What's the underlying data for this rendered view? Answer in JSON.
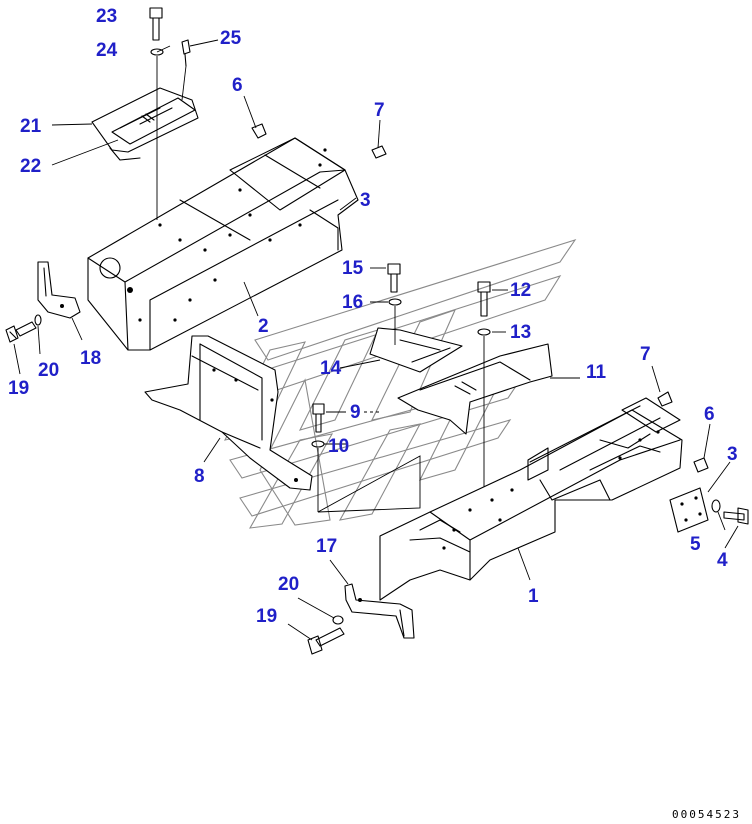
{
  "callouts": [
    "1",
    "2",
    "3",
    "3",
    "4",
    "5",
    "6",
    "6",
    "7",
    "7",
    "8",
    "9",
    "10",
    "11",
    "12",
    "13",
    "14",
    "15",
    "16",
    "17",
    "18",
    "19",
    "19",
    "20",
    "20",
    "21",
    "22",
    "23",
    "24",
    "25"
  ],
  "doc_id": "00054523"
}
